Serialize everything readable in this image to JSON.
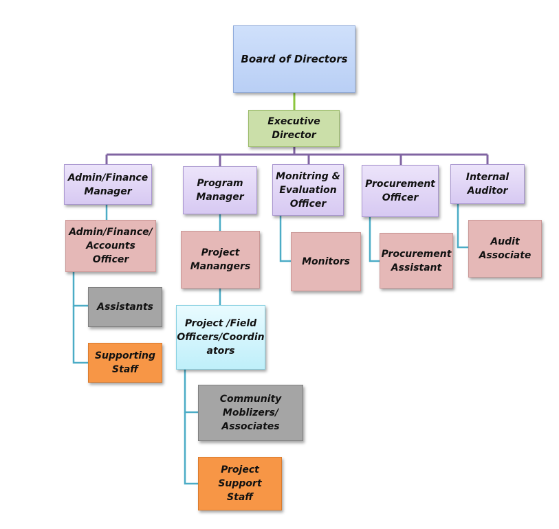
{
  "nodes": {
    "board": "Board of Directors",
    "executive": "Executive\nDirector",
    "admin_manager": "Admin/Finance\nManager",
    "program_manager": "Program\nManager",
    "me_officer": "Monitring &\nEvaluation\nOfficer",
    "procurement_officer": "Procurement\nOfficer",
    "internal_auditor": "Internal\nAuditor",
    "accounts_officer": "Admin/Finance/\nAccounts Officer",
    "assistants": "Assistants",
    "supporting_staff": "Supporting\nStaff",
    "project_managers": "Project\nManangers",
    "field_officers": "Project /Field\nOfficers/Coordin\nators",
    "community": "Community\nMoblizers/\nAssociates",
    "project_support": "Project Support\nStaff",
    "monitors": "Monitors",
    "procurement_assistant": "Procurement\nAssistant",
    "audit_associate": "Audit\nAssociate"
  },
  "colors": {
    "connector_green": "#8cc63f",
    "connector_purple": "#8064a2",
    "connector_teal": "#4bacc6"
  }
}
